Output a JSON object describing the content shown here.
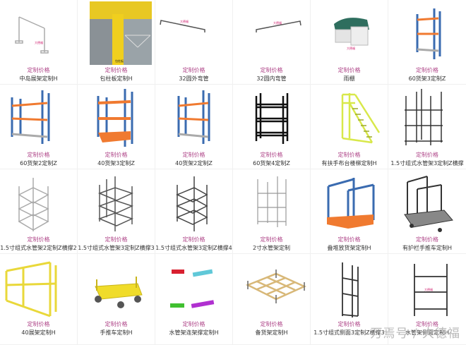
{
  "price_label": "定制价格",
  "colors": {
    "price": "#b0488a",
    "name": "#333333",
    "blue": "#3a6bb0",
    "orange": "#f07a30",
    "yellow": "#e9d83a",
    "lime": "#d8e84a"
  },
  "items": [
    {
      "name": "中岛展架定制H",
      "icon": "display-stand-icon"
    },
    {
      "name": "包柱板定制H",
      "icon": "pillar-board-photo"
    },
    {
      "name": "32圆外弯管",
      "icon": "outer-bend-pipe-icon"
    },
    {
      "name": "32圆内弯管",
      "icon": "inner-bend-pipe-icon"
    },
    {
      "name": "雨棚",
      "icon": "canopy-icon"
    },
    {
      "name": "60货架3定制Z",
      "icon": "shelf-rack-icon"
    },
    {
      "name": "60货架2定制Z",
      "icon": "shelf-rack-icon"
    },
    {
      "name": "40货架3定制Z",
      "icon": "shelf-rack-icon"
    },
    {
      "name": "40货架2定制Z",
      "icon": "shelf-rack-icon"
    },
    {
      "name": "60货架4定制Z",
      "icon": "black-pipe-rack-icon"
    },
    {
      "name": "有扶手布台楼梯定制H",
      "icon": "ladder-icon"
    },
    {
      "name": "1.5寸组式水管架3定制Z横撑",
      "icon": "pipe-frame-icon"
    },
    {
      "name": "1.5寸组式水管架2定制Z横撑2",
      "icon": "pipe-frame-icon"
    },
    {
      "name": "1.5寸组式水管架3定制Z横撑3",
      "icon": "pipe-frame-icon"
    },
    {
      "name": "1.5寸组式水管架3定制Z横撑4",
      "icon": "pipe-frame-icon"
    },
    {
      "name": "2寸水管架定制",
      "icon": "pipe-frame-icon"
    },
    {
      "name": "叠堆放货架定制H",
      "icon": "stacking-rack-icon"
    },
    {
      "name": "有护栏手推车定制H",
      "icon": "trolley-icon"
    },
    {
      "name": "40展架定制H",
      "icon": "yellow-display-rack-icon"
    },
    {
      "name": "手推车定制H",
      "icon": "yellow-cart-icon"
    },
    {
      "name": "水管架连架撑定制H",
      "icon": "pipe-connectors-icon"
    },
    {
      "name": "备货架定制H",
      "icon": "wood-grid-rack-icon"
    },
    {
      "name": "1.5寸组式侧面3定制Z横撑3",
      "icon": "side-frame-icon"
    },
    {
      "name": "水管架侧面定制H",
      "icon": "side-ladder-frame-icon"
    }
  ],
  "watermark": "万焉号 / 大德福"
}
